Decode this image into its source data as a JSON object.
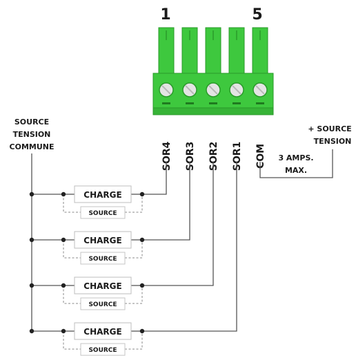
{
  "pin_numbers": {
    "first": "1",
    "last": "5"
  },
  "terminal_labels": [
    "SOR4",
    "SOR3",
    "SOR2",
    "SOR1",
    "COM"
  ],
  "common_source": {
    "line1": "SOURCE",
    "line2": "TENSION",
    "line3": "COMMUNE"
  },
  "plus_source": {
    "line1": "+ SOURCE",
    "line2": "TENSION"
  },
  "current_limit": {
    "line1": "3 AMPS.",
    "line2": "MAX."
  },
  "load_label": "CHARGE",
  "source_label": "SOURCE",
  "colors": {
    "connector_green": "#3ec83e",
    "connector_dark": "#2a9a2a",
    "screw_fill": "#e4e4e4",
    "wire": "#555555",
    "dashed": "#8a8a8a",
    "node": "#222222"
  }
}
